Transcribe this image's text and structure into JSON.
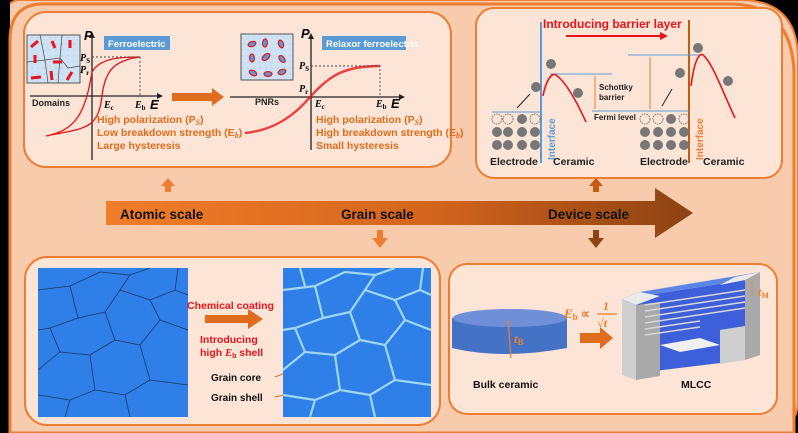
{
  "colors": {
    "outer_bg": "#f8cbad",
    "panel_bg": "#fce4d6",
    "border": "#ed7d31",
    "accent_orange": "#e06c1e",
    "red": "#e8141b",
    "blue_label": "#5b9bd5",
    "grain_blue": "#2e7fe8",
    "shell": "#9dd7f0"
  },
  "atomic_panel": {
    "ferro": {
      "label": "Ferroelectric",
      "domains_label": "Domains",
      "axis_p": "P",
      "axis_e": "E",
      "ps": "P",
      "ps_sub": "S",
      "pr": "P",
      "pr_sub": "r",
      "ec": "E",
      "ec_sub": "c",
      "eb": "E",
      "eb_sub": "b",
      "props": [
        "High polarization (P",
        "Low breakdown strength (E",
        "Large hysteresis"
      ],
      "prop_subs": [
        "S",
        "b",
        ""
      ]
    },
    "relaxor": {
      "label": "Relaxor ferroelectric",
      "domains_label": "PNRs",
      "axis_p": "P",
      "axis_e": "E",
      "ps": "P",
      "ps_sub": "S",
      "pr": "P",
      "pr_sub": "r",
      "ec": "E",
      "ec_sub": "c",
      "eb": "E",
      "eb_sub": "b",
      "props": [
        "High polarization (P",
        "High breakdown strength (E",
        "Small hysteresis"
      ],
      "prop_subs": [
        "S",
        "b",
        ""
      ]
    },
    "close_paren": ")"
  },
  "device_panel": {
    "title": "Introducing barrier layer",
    "interface": "Interface",
    "electrode": "Electrode",
    "ceramic": "Ceramic",
    "schottky": [
      "Schottky",
      "barrier"
    ],
    "fermi": "Fermi level"
  },
  "scale_arrow": {
    "labels": [
      "Atomic scale",
      "Grain scale",
      "Device scale"
    ]
  },
  "grain_panel": {
    "coating": "Chemical coating",
    "introducing": "Introducing",
    "shell_text_pre": "high ",
    "shell_text_e": "E",
    "shell_text_sub": "b",
    "shell_text_post": " shell",
    "core_label": "Grain core",
    "shell_label": "Grain shell"
  },
  "mlcc_panel": {
    "bulk_label": "Bulk ceramic",
    "mlcc_label": "MLCC",
    "tb": "t",
    "tb_sub": "B",
    "tm": "t",
    "tm_sub": "M",
    "formula_e": "E",
    "formula_sub": "b",
    "formula_prop": "∝",
    "formula_num": "1",
    "formula_den": "√t"
  }
}
